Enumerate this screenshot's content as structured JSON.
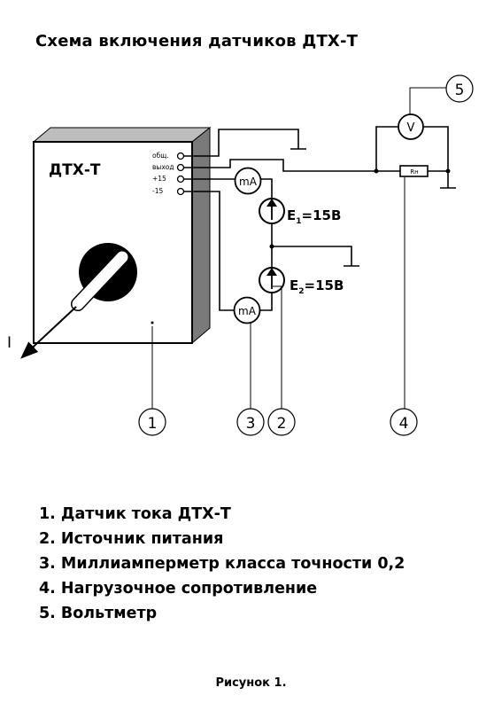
{
  "title": "Схема включения датчиков ДТХ-Т",
  "sensor": {
    "name": "ДТХ-Т",
    "terminals": [
      "общ.",
      "выход",
      "+15",
      "-15"
    ],
    "current_symbol": "I"
  },
  "meters": {
    "milliammeter": "mA",
    "voltmeter": "V",
    "load_resistor": "Rн"
  },
  "sources": {
    "e1_label": "E",
    "e1_sub": "1",
    "e1_value": "=15В",
    "e2_label": "E",
    "e2_sub": "2",
    "e2_value": "=15В"
  },
  "callouts": [
    "1",
    "2",
    "3",
    "4",
    "5"
  ],
  "legend": [
    "1. Датчик тока ДТХ-Т",
    "2. Источник питания",
    "3. Миллиамперметр класса точности 0,2",
    "4. Нагрузочное сопротивление",
    "5. Вольтметр"
  ],
  "caption": "Рисунок 1."
}
